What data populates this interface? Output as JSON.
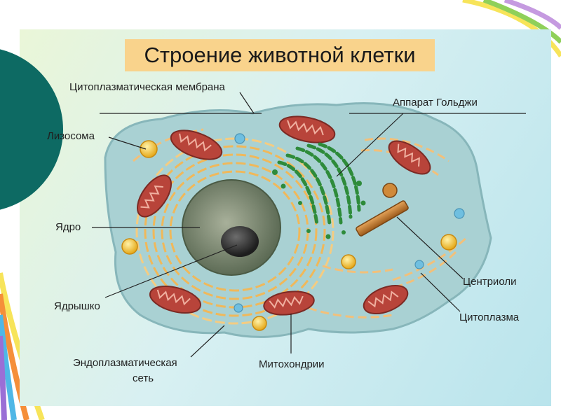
{
  "title": "Строение животной клетки",
  "labels": {
    "membrane": "Цитоплазматическая мембрана",
    "golgi": "Аппарат Гольджи",
    "lysosome": "Лизосома",
    "nucleus": "Ядро",
    "centrioles": "Центриоли",
    "nucleolus": "Ядрышко",
    "cytoplasm": "Цитоплазма",
    "er_line1": "Эндоплазматическая",
    "er_line2": "сеть",
    "mitochondria": "Митохондрии"
  },
  "colors": {
    "title_bg": "#f9d38c",
    "cytoplasm": "#a9d1d3",
    "nucleus": "#7a8a6e",
    "nucleolus": "#333333",
    "mitochondria": "#b8443a",
    "golgi": "#2e8b3a",
    "lysosome": "#f2c326",
    "vacuole": "#6fbfe0",
    "er": "#f0b85a",
    "centriole": "#c97a2a",
    "circle_decor": "#0d6a63"
  }
}
